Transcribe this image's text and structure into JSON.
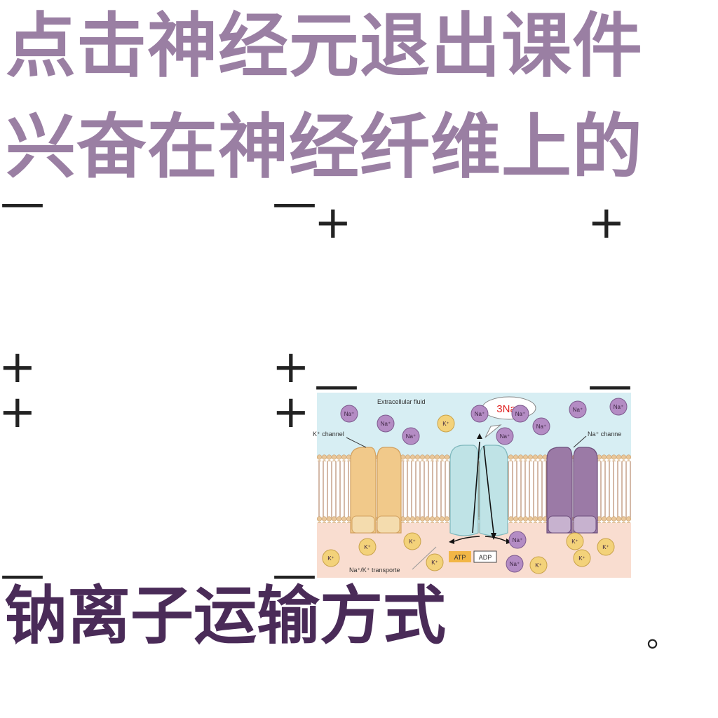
{
  "header": {
    "line1": "点击神经元退出课件",
    "line2": "兴奋在神经纤维上的"
  },
  "subtitle": "钠离子运输方式",
  "end_mark": "。",
  "signs": {
    "minus": "—",
    "plus": "+"
  },
  "diagram": {
    "extracellular_label": "Extracellular fluid",
    "k_channel_label": "K⁺ channel",
    "na_channel_label": "Na⁺ channe",
    "pump_callout": "3Na⁺",
    "atp_label": "ATP",
    "adp_label": "ADP",
    "transporter_label": "Na⁺/K⁺ transporte",
    "na_ion_label": "Na⁺",
    "k_ion_label": "K⁺"
  },
  "colors": {
    "title": "#9a7fa3",
    "subtitle": "#4a2b58",
    "na_ion": "#b48cc4",
    "k_ion": "#f3d27a",
    "k_channel": "#f1c98a",
    "pump": "#bfe3e6",
    "na_channel": "#9b7aa6",
    "extracellular": "#d7eef3",
    "cytoplasm": "#f9ddd0"
  }
}
